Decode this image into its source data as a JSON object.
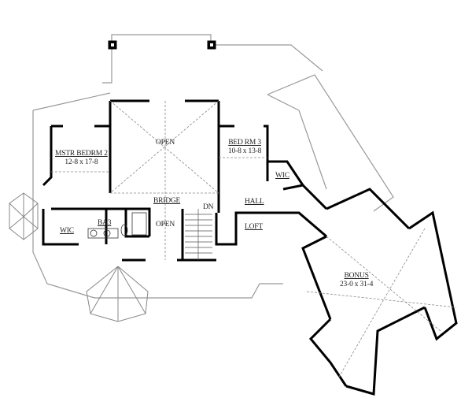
{
  "plan": {
    "rooms": [
      {
        "id": "mstr",
        "name": "MSTR BEDRM 2",
        "dims": "12-8 x 17-8"
      },
      {
        "id": "open-top",
        "name": "OPEN",
        "dims": ""
      },
      {
        "id": "bed3",
        "name": "BED RM 3",
        "dims": "10-8 x 13-8"
      },
      {
        "id": "wic-right",
        "name": "WIC",
        "dims": ""
      },
      {
        "id": "wic-left",
        "name": "WIC",
        "dims": ""
      },
      {
        "id": "ba3",
        "name": "BA3",
        "dims": ""
      },
      {
        "id": "bridge",
        "name": "BRIDGE",
        "dims": ""
      },
      {
        "id": "open-mid",
        "name": "OPEN",
        "dims": ""
      },
      {
        "id": "dn",
        "name": "DN",
        "dims": ""
      },
      {
        "id": "hall",
        "name": "HALL",
        "dims": ""
      },
      {
        "id": "loft",
        "name": "LOFT",
        "dims": ""
      },
      {
        "id": "bonus",
        "name": "BONUS",
        "dims": "23-0 x 31-4"
      }
    ]
  }
}
